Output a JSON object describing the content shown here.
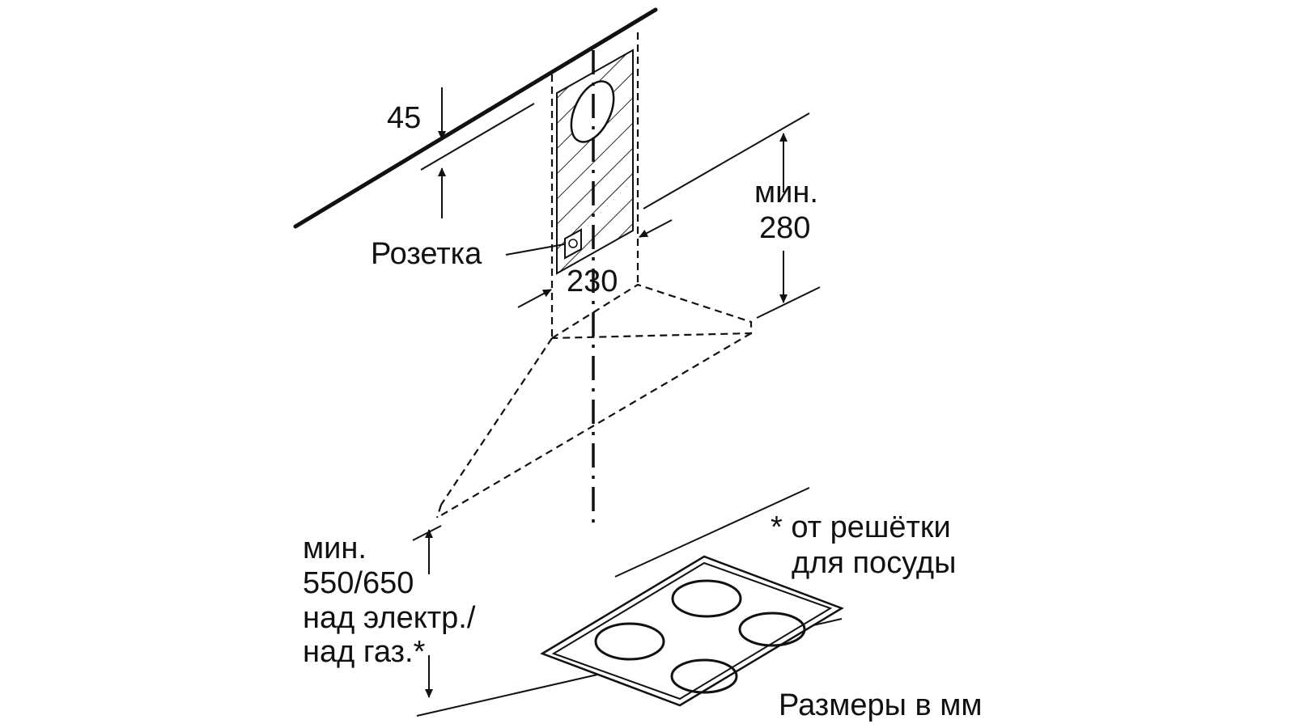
{
  "labels": {
    "wall_offset": "45",
    "min_top_line1": "мин.",
    "min_top_line2": "280",
    "socket": "Розетка",
    "width": "230",
    "min_bottom_line1": "мин.",
    "min_bottom_line2": "550/650",
    "min_bottom_line3": "над электр./",
    "min_bottom_line4": "над газ.*",
    "footnote_line1": "* от решётки",
    "footnote_line2": "для посуды",
    "units": "Размеры в мм"
  },
  "colors": {
    "line": "#111111",
    "background": "#ffffff"
  }
}
